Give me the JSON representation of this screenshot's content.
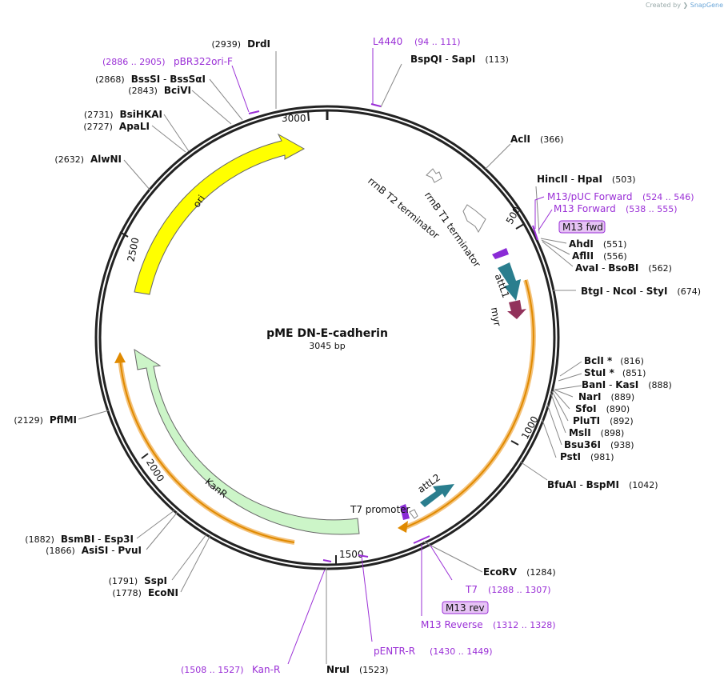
{
  "credit": {
    "prefix": "Created by",
    "brand": "SnapGene"
  },
  "plasmid": {
    "name": "pME DN-E-cadherin",
    "length": "3045 bp",
    "total_bp": 3045
  },
  "ticks": [
    "500",
    "1000",
    "1500",
    "2000",
    "2500",
    "3000"
  ],
  "features": [
    {
      "name": "ori",
      "color": "#ffff00"
    },
    {
      "name": "KanR",
      "color": "#ccf5c8"
    },
    {
      "name": "attL1",
      "color": "#2a7e8e"
    },
    {
      "name": "attL2",
      "color": "#2a7e8e"
    },
    {
      "name": "myr",
      "color": "#92325b"
    },
    {
      "name": "rrnB T1 terminator",
      "color": "#ffffff"
    },
    {
      "name": "rrnB T2 terminator",
      "color": "#ffffff"
    },
    {
      "name": "T7 promoter",
      "color": "#ffffff"
    }
  ],
  "enzymes": [
    {
      "name": "BspQI",
      "name2": "SapI",
      "pos": "(113)"
    },
    {
      "name": "AclI",
      "pos": "(366)"
    },
    {
      "name": "HincII",
      "name2": "HpaI",
      "pos": "(503)"
    },
    {
      "name": "AhdI",
      "pos": "(551)"
    },
    {
      "name": "AflII",
      "pos": "(556)"
    },
    {
      "name": "AvaI",
      "name2": "BsoBI",
      "pos": "(562)"
    },
    {
      "name": "BtgI",
      "name2": "NcoI",
      "name3": "StyI",
      "pos": "(674)"
    },
    {
      "name": "BclI *",
      "pos": "(816)"
    },
    {
      "name": "StuI *",
      "pos": "(851)"
    },
    {
      "name": "BanI",
      "name2": "KasI",
      "pos": "(888)"
    },
    {
      "name": "NarI",
      "pos": "(889)"
    },
    {
      "name": "SfoI",
      "pos": "(890)"
    },
    {
      "name": "PluTI",
      "pos": "(892)"
    },
    {
      "name": "MslI",
      "pos": "(898)"
    },
    {
      "name": "Bsu36I",
      "pos": "(938)"
    },
    {
      "name": "PstI",
      "pos": "(981)"
    },
    {
      "name": "BfuAI",
      "name2": "BspMI",
      "pos": "(1042)"
    },
    {
      "name": "EcoRV",
      "pos": "(1284)"
    },
    {
      "name": "NruI",
      "pos": "(1523)"
    },
    {
      "name": "EcoNI",
      "pos": "(1778)"
    },
    {
      "name": "SspI",
      "pos": "(1791)"
    },
    {
      "name": "AsiSI",
      "name2": "PvuI",
      "pos": "(1866)"
    },
    {
      "name": "BsmBI",
      "name2": "Esp3I",
      "pos": "(1882)"
    },
    {
      "name": "PflMI",
      "pos": "(2129)"
    },
    {
      "name": "AlwNI",
      "pos": "(2632)"
    },
    {
      "name": "ApaLI",
      "pos": "(2727)"
    },
    {
      "name": "BsiHKAI",
      "pos": "(2731)"
    },
    {
      "name": "BciVI",
      "pos": "(2843)"
    },
    {
      "name": "BssSI",
      "name2": "BssSαI",
      "pos": "(2868)"
    },
    {
      "name": "DrdI",
      "pos": "(2939)"
    }
  ],
  "primers": [
    {
      "name": "L4440",
      "range": "(94 .. 111)"
    },
    {
      "name": "M13/pUC Forward",
      "range": "(524 .. 546)"
    },
    {
      "name": "M13 Forward",
      "range": "(538 .. 555)"
    },
    {
      "name": "T7",
      "range": "(1288 .. 1307)"
    },
    {
      "name": "M13 Reverse",
      "range": "(1312 .. 1328)"
    },
    {
      "name": "pENTR-R",
      "range": "(1430 .. 1449)"
    },
    {
      "name": "Kan-R",
      "range": "(1508 .. 1527)"
    },
    {
      "name": "pBR322ori-F",
      "range": "(2886 .. 2905)"
    }
  ],
  "badges": [
    "M13 fwd",
    "M13 rev"
  ]
}
